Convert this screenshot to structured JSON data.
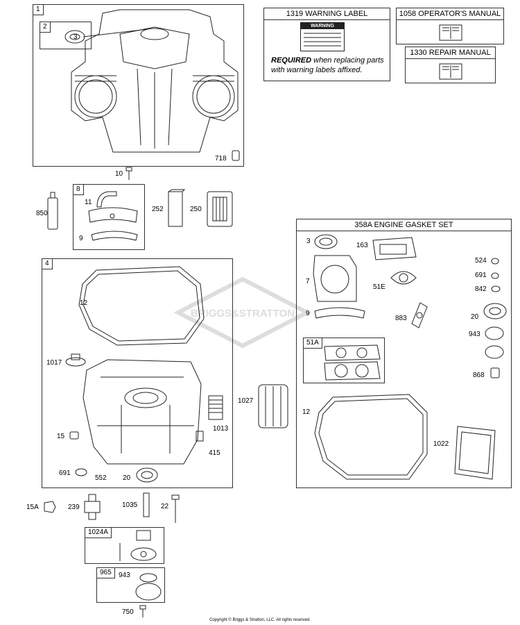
{
  "boxes": {
    "b1": "1",
    "b2": "2",
    "b8": "8",
    "b4": "4",
    "b51a": "51A",
    "b1024a": "1024A",
    "b965": "965"
  },
  "callouts": {
    "p3_top": "3",
    "p718": "718",
    "p10": "10",
    "p850": "850",
    "p11": "11",
    "p9_top": "9",
    "p252": "252",
    "p250": "250",
    "p12_left": "12",
    "p1017": "1017",
    "p15": "15",
    "p1013": "1013",
    "p415": "415",
    "p691_left": "691",
    "p552": "552",
    "p20_left": "20",
    "p1027": "1027",
    "p15a": "15A",
    "p239": "239",
    "p1035": "1035",
    "p22": "22",
    "p943_bot": "943",
    "p750": "750",
    "k3": "3",
    "k163": "163",
    "k7": "7",
    "k51e": "51E",
    "k9": "9",
    "k883": "883",
    "k524": "524",
    "k691": "691",
    "k842": "842",
    "k20": "20",
    "k943": "943",
    "k868": "868",
    "k12": "12",
    "k1022": "1022"
  },
  "warning_panel": {
    "title": "1319 WARNING LABEL",
    "label_heading": "WARNING",
    "required": "REQUIRED",
    "note": " when replacing parts with warning labels affixed."
  },
  "manuals": {
    "operators": "1058 OPERATOR'S MANUAL",
    "repair": "1330 REPAIR MANUAL"
  },
  "gasket_set": {
    "title": "358A ENGINE GASKET SET"
  },
  "watermark": "BRIGGS&STRATTON",
  "footer": "Copyright © Briggs & Stratton, LLC. All rights reserved.",
  "icons": [
    "book-icon",
    "warning-label-icon"
  ]
}
